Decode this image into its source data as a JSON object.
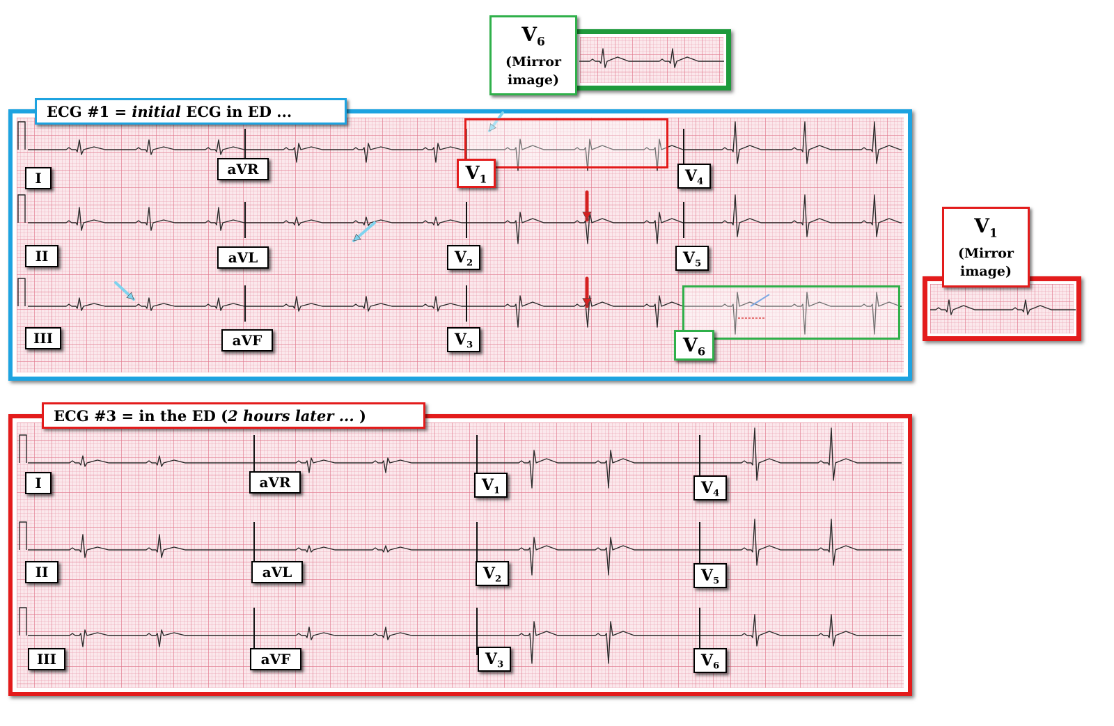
{
  "ecg1": {
    "title_prefix": "ECG #1 = ",
    "title_italic": "initial",
    "title_suffix": " ECG in ED ...",
    "border_color": "#1ea3e0",
    "leads": [
      "I",
      "aVR",
      "V",
      "V",
      "II",
      "aVL",
      "V",
      "V",
      "III",
      "aVF",
      "V",
      "V"
    ],
    "lead_subs": {
      "V1": "1",
      "V2": "2",
      "V3": "3",
      "V4": "4",
      "V5": "5",
      "V6": "6"
    }
  },
  "ecg3": {
    "title_prefix": "ECG #3 = in the ED (",
    "title_italic": "2 hours later ...",
    "title_suffix": " )",
    "border_color": "#e31b1b"
  },
  "labels": {
    "I": "I",
    "II": "II",
    "III": "III",
    "aVR": "aVR",
    "aVL": "aVL",
    "aVF": "aVF",
    "V": "V",
    "s1": "1",
    "s2": "2",
    "s3": "3",
    "s4": "4",
    "s5": "5",
    "s6": "6"
  },
  "insets": {
    "v6_mirror": {
      "lead": "V",
      "sub": "6",
      "caption_1": "(Mirror",
      "caption_2": "image)",
      "color": "#1e9a3c"
    },
    "v1_mirror": {
      "lead": "V",
      "sub": "1",
      "caption_1": "(Mirror",
      "caption_2": "image)",
      "color": "#e31b1b"
    }
  },
  "colors": {
    "blue_arrow": "#7fd3ee",
    "red_arrow": "#d42020",
    "green_box": "#2fb04a",
    "red_box": "#e31b1b"
  }
}
